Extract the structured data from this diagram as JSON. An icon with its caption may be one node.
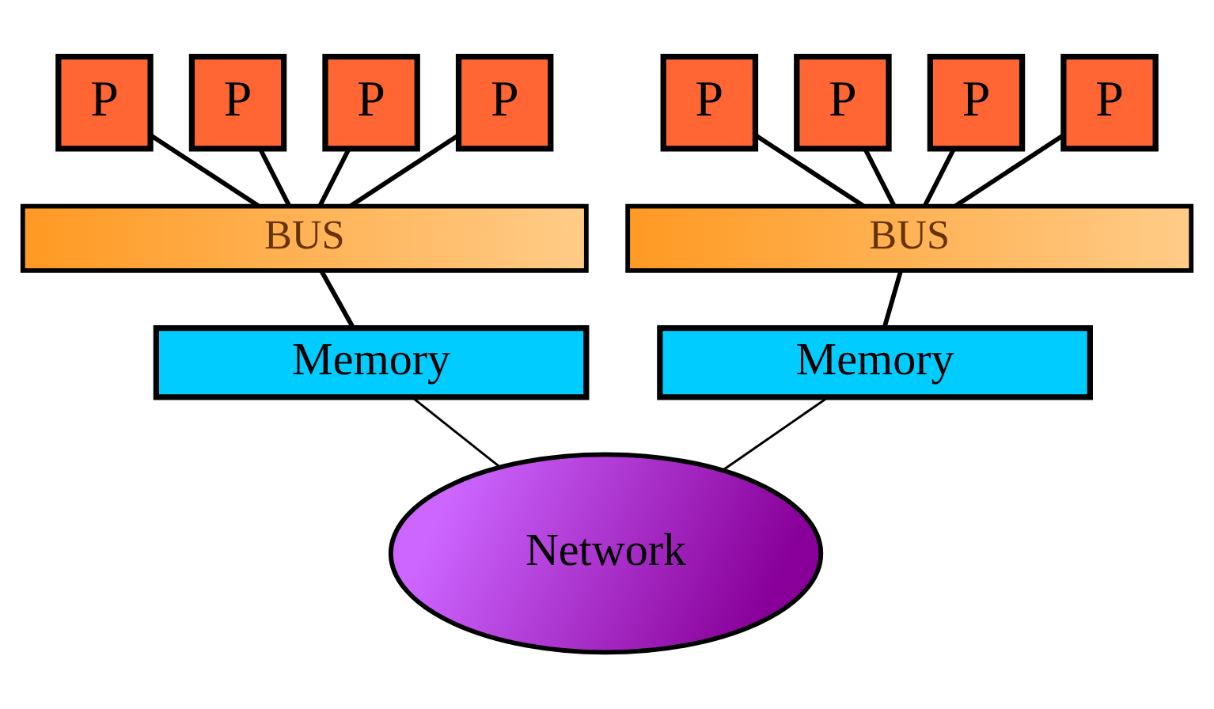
{
  "diagram": {
    "nodes": [
      {
        "text": [
          "P"
        ]
      },
      {
        "text": [
          "P"
        ]
      },
      {
        "text": [
          "P"
        ]
      },
      {
        "text": [
          "P"
        ]
      },
      {
        "text": [
          "P"
        ]
      },
      {
        "text": [
          "P"
        ]
      },
      {
        "text": [
          "P"
        ]
      },
      {
        "text": [
          "P"
        ]
      },
      {
        "text": [
          "BUS"
        ]
      },
      {
        "text": [
          "BUS"
        ]
      },
      {
        "text": [
          "Memory"
        ]
      },
      {
        "text": [
          "Memory"
        ]
      },
      {
        "text": [
          "Network"
        ]
      }
    ],
    "edges": [
      {
        "from": 0,
        "to": 8,
        "arrow": "none"
      },
      {
        "from": 1,
        "to": 8,
        "arrow": "none"
      },
      {
        "from": 2,
        "to": 8,
        "arrow": "none"
      },
      {
        "from": 3,
        "to": 8,
        "arrow": "none"
      },
      {
        "from": 4,
        "to": 9,
        "arrow": "none"
      },
      {
        "from": 5,
        "to": 9,
        "arrow": "none"
      },
      {
        "from": 6,
        "to": 9,
        "arrow": "none"
      },
      {
        "from": 7,
        "to": 9,
        "arrow": "none"
      },
      {
        "from": 8,
        "to": 10,
        "arrow": "none"
      },
      {
        "from": 9,
        "to": 11,
        "arrow": "none"
      },
      {
        "from": 10,
        "to": 12,
        "arrow": "none"
      },
      {
        "from": 11,
        "to": 12,
        "arrow": "none"
      }
    ]
  }
}
